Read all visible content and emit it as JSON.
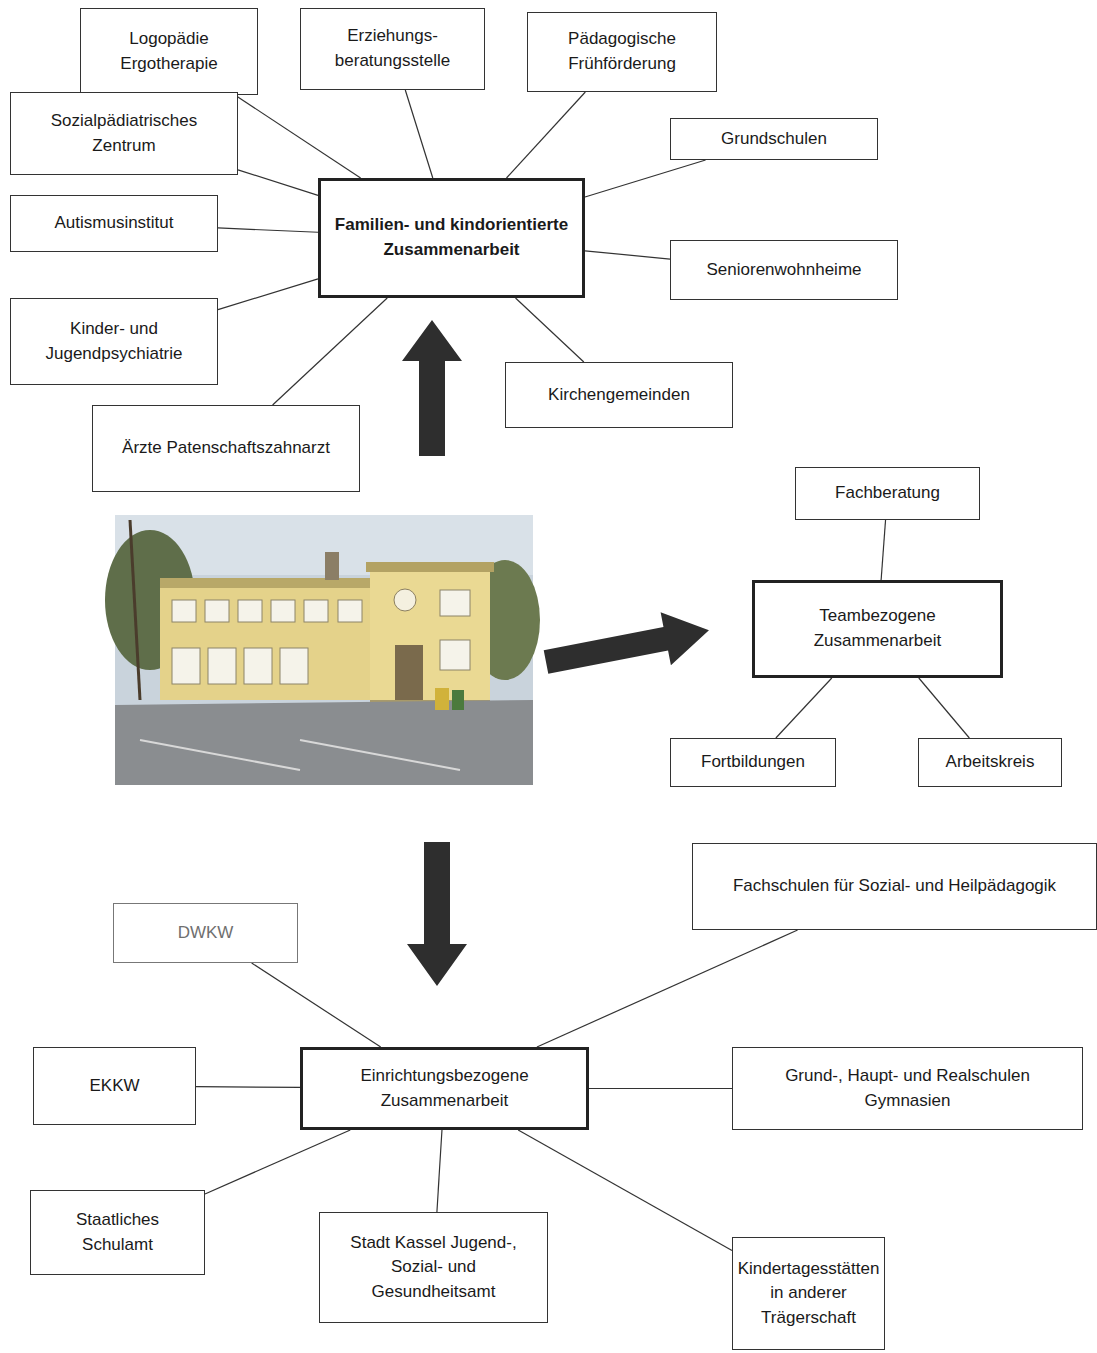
{
  "diagram": {
    "nodes": [
      {
        "text": [
          "Logopädie Ergotherapie"
        ]
      },
      {
        "text": [
          "Erziehungs- beratungsstelle"
        ]
      },
      {
        "text": [
          "Pädagogische Frühförderung"
        ]
      },
      {
        "text": [
          "Sozialpädiatrisches Zentrum"
        ]
      },
      {
        "text": [
          "Grundschulen"
        ]
      },
      {
        "text": [
          "Familien- und kindorientierte Zusammenarbeit"
        ]
      },
      {
        "text": [
          "Autismusinstitut"
        ]
      },
      {
        "text": [
          "Seniorenwohnheime"
        ]
      },
      {
        "text": [
          "Kinder- und Jugendpsychiatrie"
        ]
      },
      {
        "text": [
          "Kirchengemeinden"
        ]
      },
      {
        "text": [
          "Ärzte Patenschaftszahnarzt"
        ]
      },
      {
        "text": [
          "Fachberatung"
        ]
      },
      {
        "text": [
          "Teambezogene Zusammenarbeit"
        ]
      },
      {
        "text": [
          "Fortbildungen"
        ]
      },
      {
        "text": [
          "Arbeitskreis"
        ]
      },
      {
        "text": [
          "Fachschulen für Sozial- und Heilpädagogik"
        ]
      },
      {
        "text": [
          "DWKW"
        ]
      },
      {
        "text": [
          "EKKW"
        ]
      },
      {
        "text": [
          "Einrichtungsbezogene Zusammenarbeit"
        ]
      },
      {
        "text": [
          "Grund-, Haupt- und Realschulen Gymnasien"
        ]
      },
      {
        "text": [
          "Staatliches Schulamt"
        ]
      },
      {
        "text": [
          "Stadt Kassel Jugend-, Sozial- und Gesundheitsamt"
        ]
      },
      {
        "text": [
          "Kindertagesstätten in anderer Trägerschaft"
        ]
      }
    ],
    "edges": [
      {
        "from": 5,
        "to": 0,
        "arrow": "none"
      },
      {
        "from": 5,
        "to": 1,
        "arrow": "none"
      },
      {
        "from": 5,
        "to": 2,
        "arrow": "none"
      },
      {
        "from": 5,
        "to": 3,
        "arrow": "none"
      },
      {
        "from": 5,
        "to": 4,
        "arrow": "none"
      },
      {
        "from": 5,
        "to": 6,
        "arrow": "none"
      },
      {
        "from": 5,
        "to": 7,
        "arrow": "none"
      },
      {
        "from": 5,
        "to": 8,
        "arrow": "none"
      },
      {
        "from": 5,
        "to": 9,
        "arrow": "none"
      },
      {
        "from": 5,
        "to": 10,
        "arrow": "none"
      },
      {
        "from": 12,
        "to": 11,
        "arrow": "none"
      },
      {
        "from": 12,
        "to": 13,
        "arrow": "none"
      },
      {
        "from": 12,
        "to": 14,
        "arrow": "none"
      },
      {
        "from": 18,
        "to": 15,
        "arrow": "none"
      },
      {
        "from": 18,
        "to": 16,
        "arrow": "none"
      },
      {
        "from": 18,
        "to": 17,
        "arrow": "none"
      },
      {
        "from": 18,
        "to": 19,
        "arrow": "none"
      },
      {
        "from": 18,
        "to": 20,
        "arrow": "none"
      },
      {
        "from": 18,
        "to": 21,
        "arrow": "none"
      },
      {
        "from": 18,
        "to": 22,
        "arrow": "none"
      }
    ]
  }
}
